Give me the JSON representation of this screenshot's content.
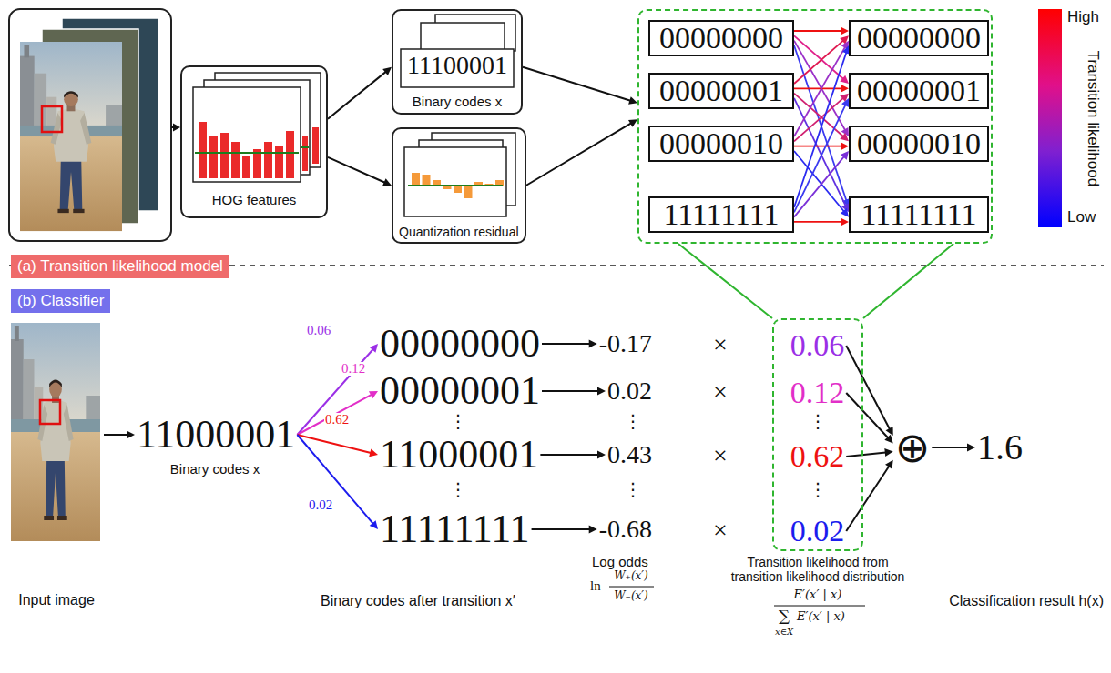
{
  "diagram": {
    "nodes": [
      {
        "text": [
          "HOG features"
        ]
      },
      {
        "text": [
          "11100001",
          "Binary codes x"
        ]
      },
      {
        "text": [
          "Quantization residual"
        ]
      },
      {
        "text": []
      },
      {
        "text": [
          "00000000"
        ],
        "in": 3
      },
      {
        "text": [
          "00000001"
        ],
        "in": 3
      },
      {
        "text": [
          "00000010"
        ],
        "in": 3
      },
      {
        "text": [
          "11111111"
        ],
        "in": 3
      },
      {
        "text": [
          "00000000"
        ],
        "in": 3
      },
      {
        "text": [
          "00000001"
        ],
        "in": 3
      },
      {
        "text": [
          "00000010"
        ],
        "in": 3
      },
      {
        "text": [
          "11111111"
        ],
        "in": 3
      },
      {
        "text": [
          "(a) Transition likelihood model"
        ]
      },
      {
        "text": [
          "(b) Classifier"
        ]
      },
      {
        "text": [
          "Input image"
        ]
      },
      {
        "text": [
          "11000001"
        ]
      },
      {
        "text": [
          "00000000"
        ]
      },
      {
        "text": [
          "00000001"
        ]
      },
      {
        "text": [
          "11000001"
        ]
      },
      {
        "text": [
          "11111111"
        ]
      },
      {
        "text": [
          "-0.17"
        ]
      },
      {
        "text": [
          "0.02"
        ]
      },
      {
        "text": [
          "0.43"
        ]
      },
      {
        "text": [
          "-0.68"
        ]
      },
      {
        "text": []
      },
      {
        "text": [
          "0.06"
        ],
        "in": 24
      },
      {
        "text": [
          "0.12"
        ],
        "in": 24
      },
      {
        "text": [
          "0.62"
        ],
        "in": 24
      },
      {
        "text": [
          "0.02"
        ],
        "in": 24
      },
      {
        "text": [
          "⊕"
        ]
      },
      {
        "text": [
          "1.6"
        ]
      }
    ],
    "edges": [
      {
        "from": 0,
        "to": 1,
        "arrow": "to"
      },
      {
        "from": 0,
        "to": 2,
        "arrow": "to"
      },
      {
        "from": 1,
        "to": 3,
        "arrow": "to"
      },
      {
        "from": 2,
        "to": 3,
        "arrow": "to"
      },
      {
        "from": 4,
        "to": 8,
        "arrow": "to"
      },
      {
        "from": 4,
        "to": 9,
        "arrow": "to"
      },
      {
        "from": 4,
        "to": 10,
        "arrow": "to"
      },
      {
        "from": 4,
        "to": 11,
        "arrow": "to"
      },
      {
        "from": 5,
        "to": 8,
        "arrow": "to"
      },
      {
        "from": 5,
        "to": 9,
        "arrow": "to"
      },
      {
        "from": 5,
        "to": 10,
        "arrow": "to"
      },
      {
        "from": 5,
        "to": 11,
        "arrow": "to"
      },
      {
        "from": 6,
        "to": 8,
        "arrow": "to"
      },
      {
        "from": 6,
        "to": 9,
        "arrow": "to"
      },
      {
        "from": 6,
        "to": 10,
        "arrow": "to"
      },
      {
        "from": 6,
        "to": 11,
        "arrow": "to"
      },
      {
        "from": 7,
        "to": 8,
        "arrow": "to"
      },
      {
        "from": 7,
        "to": 9,
        "arrow": "to"
      },
      {
        "from": 7,
        "to": 10,
        "arrow": "to"
      },
      {
        "from": 7,
        "to": 11,
        "arrow": "to"
      },
      {
        "from": 3,
        "to": 24,
        "arrow": "none"
      },
      {
        "from": 3,
        "to": 24,
        "arrow": "none"
      },
      {
        "from": 14,
        "to": 15,
        "arrow": "to"
      },
      {
        "from": 15,
        "to": 16,
        "label": "0.06",
        "arrow": "to"
      },
      {
        "from": 15,
        "to": 17,
        "label": "0.12",
        "arrow": "to"
      },
      {
        "from": 15,
        "to": 18,
        "label": "0.62",
        "arrow": "to"
      },
      {
        "from": 15,
        "to": 19,
        "label": "0.02",
        "arrow": "to"
      },
      {
        "from": 16,
        "to": 20,
        "arrow": "to"
      },
      {
        "from": 17,
        "to": 21,
        "arrow": "to"
      },
      {
        "from": 18,
        "to": 22,
        "arrow": "to"
      },
      {
        "from": 19,
        "to": 23,
        "arrow": "to"
      },
      {
        "from": 25,
        "to": 29,
        "arrow": "to"
      },
      {
        "from": 26,
        "to": 29,
        "arrow": "to"
      },
      {
        "from": 27,
        "to": 29,
        "arrow": "to"
      },
      {
        "from": 28,
        "to": 29,
        "arrow": "to"
      },
      {
        "from": 29,
        "to": 30,
        "arrow": "to"
      }
    ],
    "labels": [
      "High",
      "Transition likelihood",
      "Low",
      "Binary codes x",
      "⋮",
      "⋮",
      "⋮",
      "⋮",
      "×",
      "×",
      "×",
      "×",
      "⋮",
      "⋮",
      "Binary codes after transition x′",
      "Log odds",
      "ln",
      "W₊(x′)",
      "W₋(x′)",
      "Transition likelihood from transition likelihood distribution",
      "E′(x′ | x)",
      "∑",
      "x∈X",
      "E′(x′ | x)",
      "Classification result h(x)"
    ]
  }
}
